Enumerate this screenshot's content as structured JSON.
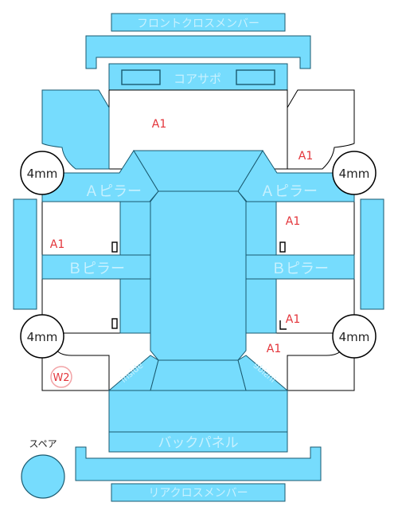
{
  "labels": {
    "front_cross_member": "フロントクロスメンバー",
    "core_support": "コアサポ",
    "a_pillar": "Ａピラー",
    "b_pillar": "Ｂピラー",
    "back_panel": "バックパネル",
    "rear_cross_member": "リアクロスメンバー",
    "spare": "スペア",
    "inside": "inside",
    "dent_4mm": "4mm"
  },
  "damage_marks": [
    {
      "code": "A1",
      "location": "front-left-fender"
    },
    {
      "code": "A1",
      "location": "front-right-fender-upper"
    },
    {
      "code": "A1",
      "location": "left-front-door"
    },
    {
      "code": "A1",
      "location": "right-front-door"
    },
    {
      "code": "A1",
      "location": "right-rear-door"
    },
    {
      "code": "A1",
      "location": "right-rear-quarter"
    },
    {
      "code": "W2",
      "location": "left-rear-quarter"
    }
  ],
  "colors": {
    "panel_fill": "#76dcfd",
    "panel_stroke": "#1a5a70",
    "panel_text": "#c8f1fe",
    "mark_red": "#e3343a",
    "outline": "#000000"
  }
}
